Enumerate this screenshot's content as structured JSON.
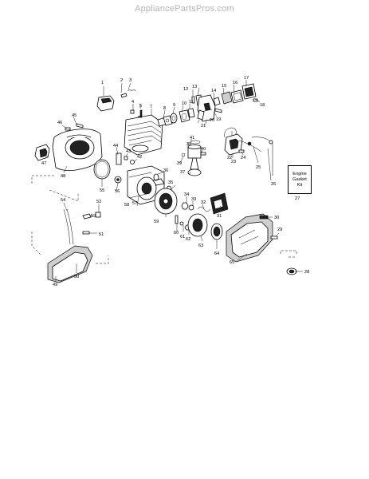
{
  "header": {
    "site_name": "AppliancePartsPros.com"
  },
  "kit_box": {
    "text": "Engine Gasket Kit",
    "ref": "27"
  },
  "callouts": [
    "1",
    "2",
    "3",
    "4",
    "5",
    "6",
    "7",
    "8",
    "9",
    "10",
    "11",
    "12",
    "13",
    "14",
    "15",
    "16",
    "17",
    "18",
    "19",
    "20",
    "21",
    "22",
    "23",
    "24",
    "25",
    "26",
    "27",
    "28",
    "29",
    "30",
    "31",
    "32",
    "33",
    "34",
    "35",
    "36",
    "37",
    "38",
    "39",
    "40",
    "41",
    "42",
    "43",
    "44",
    "45",
    "46",
    "47",
    "48",
    "49",
    "50",
    "51",
    "52",
    "53",
    "54",
    "55",
    "56",
    "57",
    "58",
    "59",
    "60",
    "61",
    "62",
    "63",
    "64",
    "65"
  ]
}
